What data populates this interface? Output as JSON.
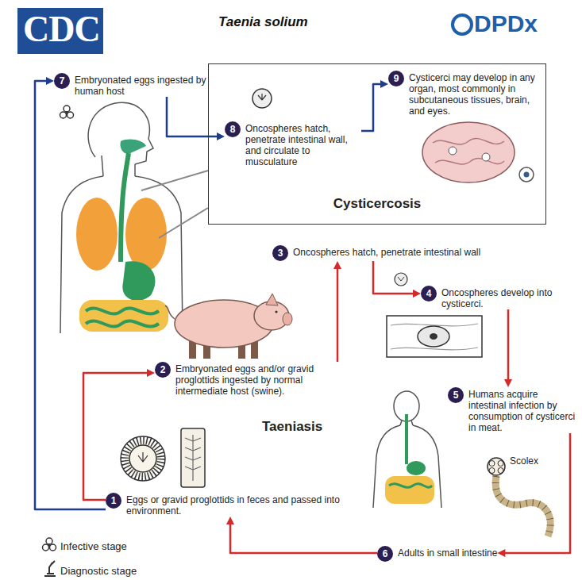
{
  "diagram": {
    "title": "Taenia solium",
    "nodes": [
      {
        "text": [
          "7",
          "Embryonated eggs ingested by human host"
        ]
      },
      {
        "text": [
          "Cysticercosis"
        ]
      },
      {
        "text": [
          "8",
          "Oncospheres hatch, penetrate intestinal wall, and circulate to musculature"
        ],
        "in": 1
      },
      {
        "text": [
          "9",
          "Cysticerci may develop in any organ, most commonly in subcutaneous tissues, brain, and eyes."
        ],
        "in": 1
      },
      {
        "text": [
          "3",
          "Oncospheres hatch, penetrate intestinal wall"
        ]
      },
      {
        "text": [
          "4",
          "Oncospheres develop into cysticerci."
        ]
      },
      {
        "text": [
          "2",
          "Embryonated eggs and/or gravid proglottids ingested by normal intermediate host (swine)."
        ]
      },
      {
        "text": [
          "5",
          "Humans acquire intestinal infection by consumption of cysticerci in meat."
        ]
      },
      {
        "text": [
          "1",
          "Eggs or gravid proglottids in feces and passed into environment."
        ]
      },
      {
        "text": [
          "6",
          "Adults in small intestine"
        ]
      }
    ],
    "edges": [
      {
        "from": 8,
        "to": 6,
        "arrow": "to"
      },
      {
        "from": 6,
        "to": 4,
        "arrow": "to"
      },
      {
        "from": 4,
        "to": 5,
        "arrow": "to"
      },
      {
        "from": 5,
        "to": 7,
        "arrow": "to"
      },
      {
        "from": 7,
        "to": 9,
        "arrow": "to"
      },
      {
        "from": 9,
        "to": 8,
        "arrow": "to"
      },
      {
        "from": 8,
        "to": 0,
        "arrow": "to"
      },
      {
        "from": 0,
        "to": 2,
        "arrow": "to"
      },
      {
        "from": 2,
        "to": 3,
        "arrow": "to"
      }
    ],
    "labels": [
      "CDC",
      "DPDx",
      "Taeniasis",
      "Scolex"
    ],
    "legend": [
      {
        "text": "Infective stage"
      },
      {
        "text": "Diagnostic stage"
      }
    ]
  }
}
